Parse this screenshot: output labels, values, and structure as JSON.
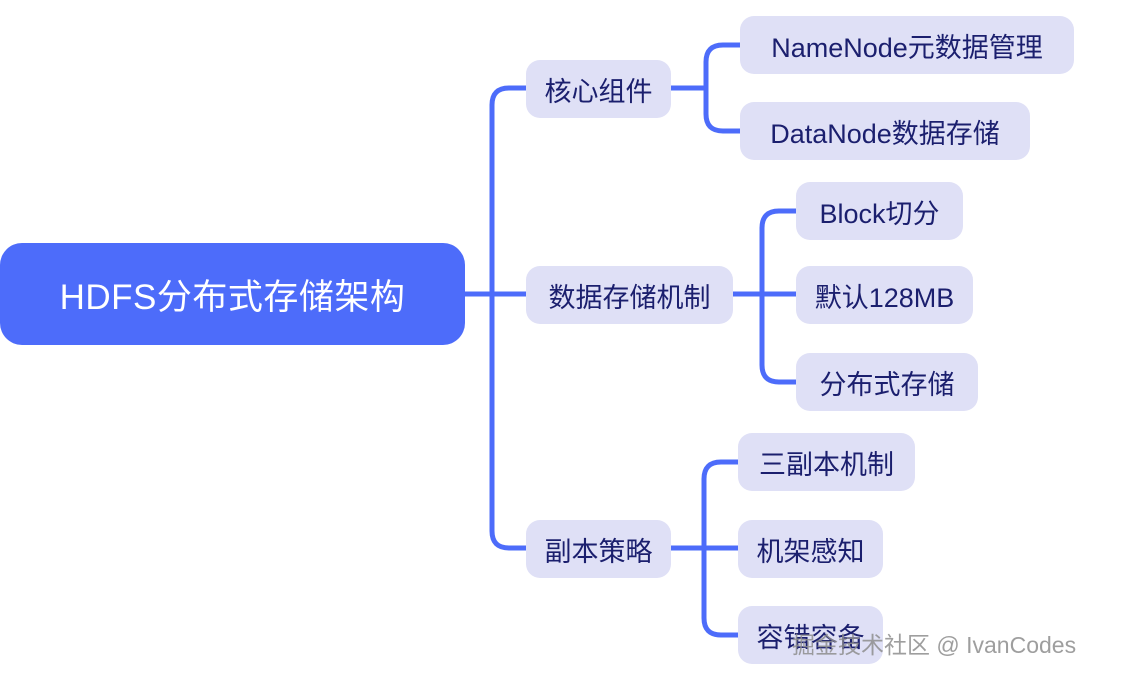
{
  "diagram": {
    "type": "mindmap",
    "title": "HDFS分布式存储架构",
    "root": {
      "label": "HDFS分布式存储架构",
      "color": "#4d6cfa",
      "text_color": "#ffffff"
    },
    "branch_color": "#dfe0f6",
    "branch_text_color": "#1b1f6e",
    "edge_color": "#4d6cfa",
    "branches": [
      {
        "label": "核心组件",
        "children": [
          {
            "label": "NameNode元数据管理"
          },
          {
            "label": "DataNode数据存储"
          }
        ]
      },
      {
        "label": "数据存储机制",
        "children": [
          {
            "label": "Block切分"
          },
          {
            "label": "默认128MB"
          },
          {
            "label": "分布式存储"
          }
        ]
      },
      {
        "label": "副本策略",
        "children": [
          {
            "label": "三副本机制"
          },
          {
            "label": "机架感知"
          },
          {
            "label": "容错容备"
          }
        ]
      }
    ]
  },
  "watermark": {
    "text": "掘金技术社区 @ IvanCodes"
  }
}
